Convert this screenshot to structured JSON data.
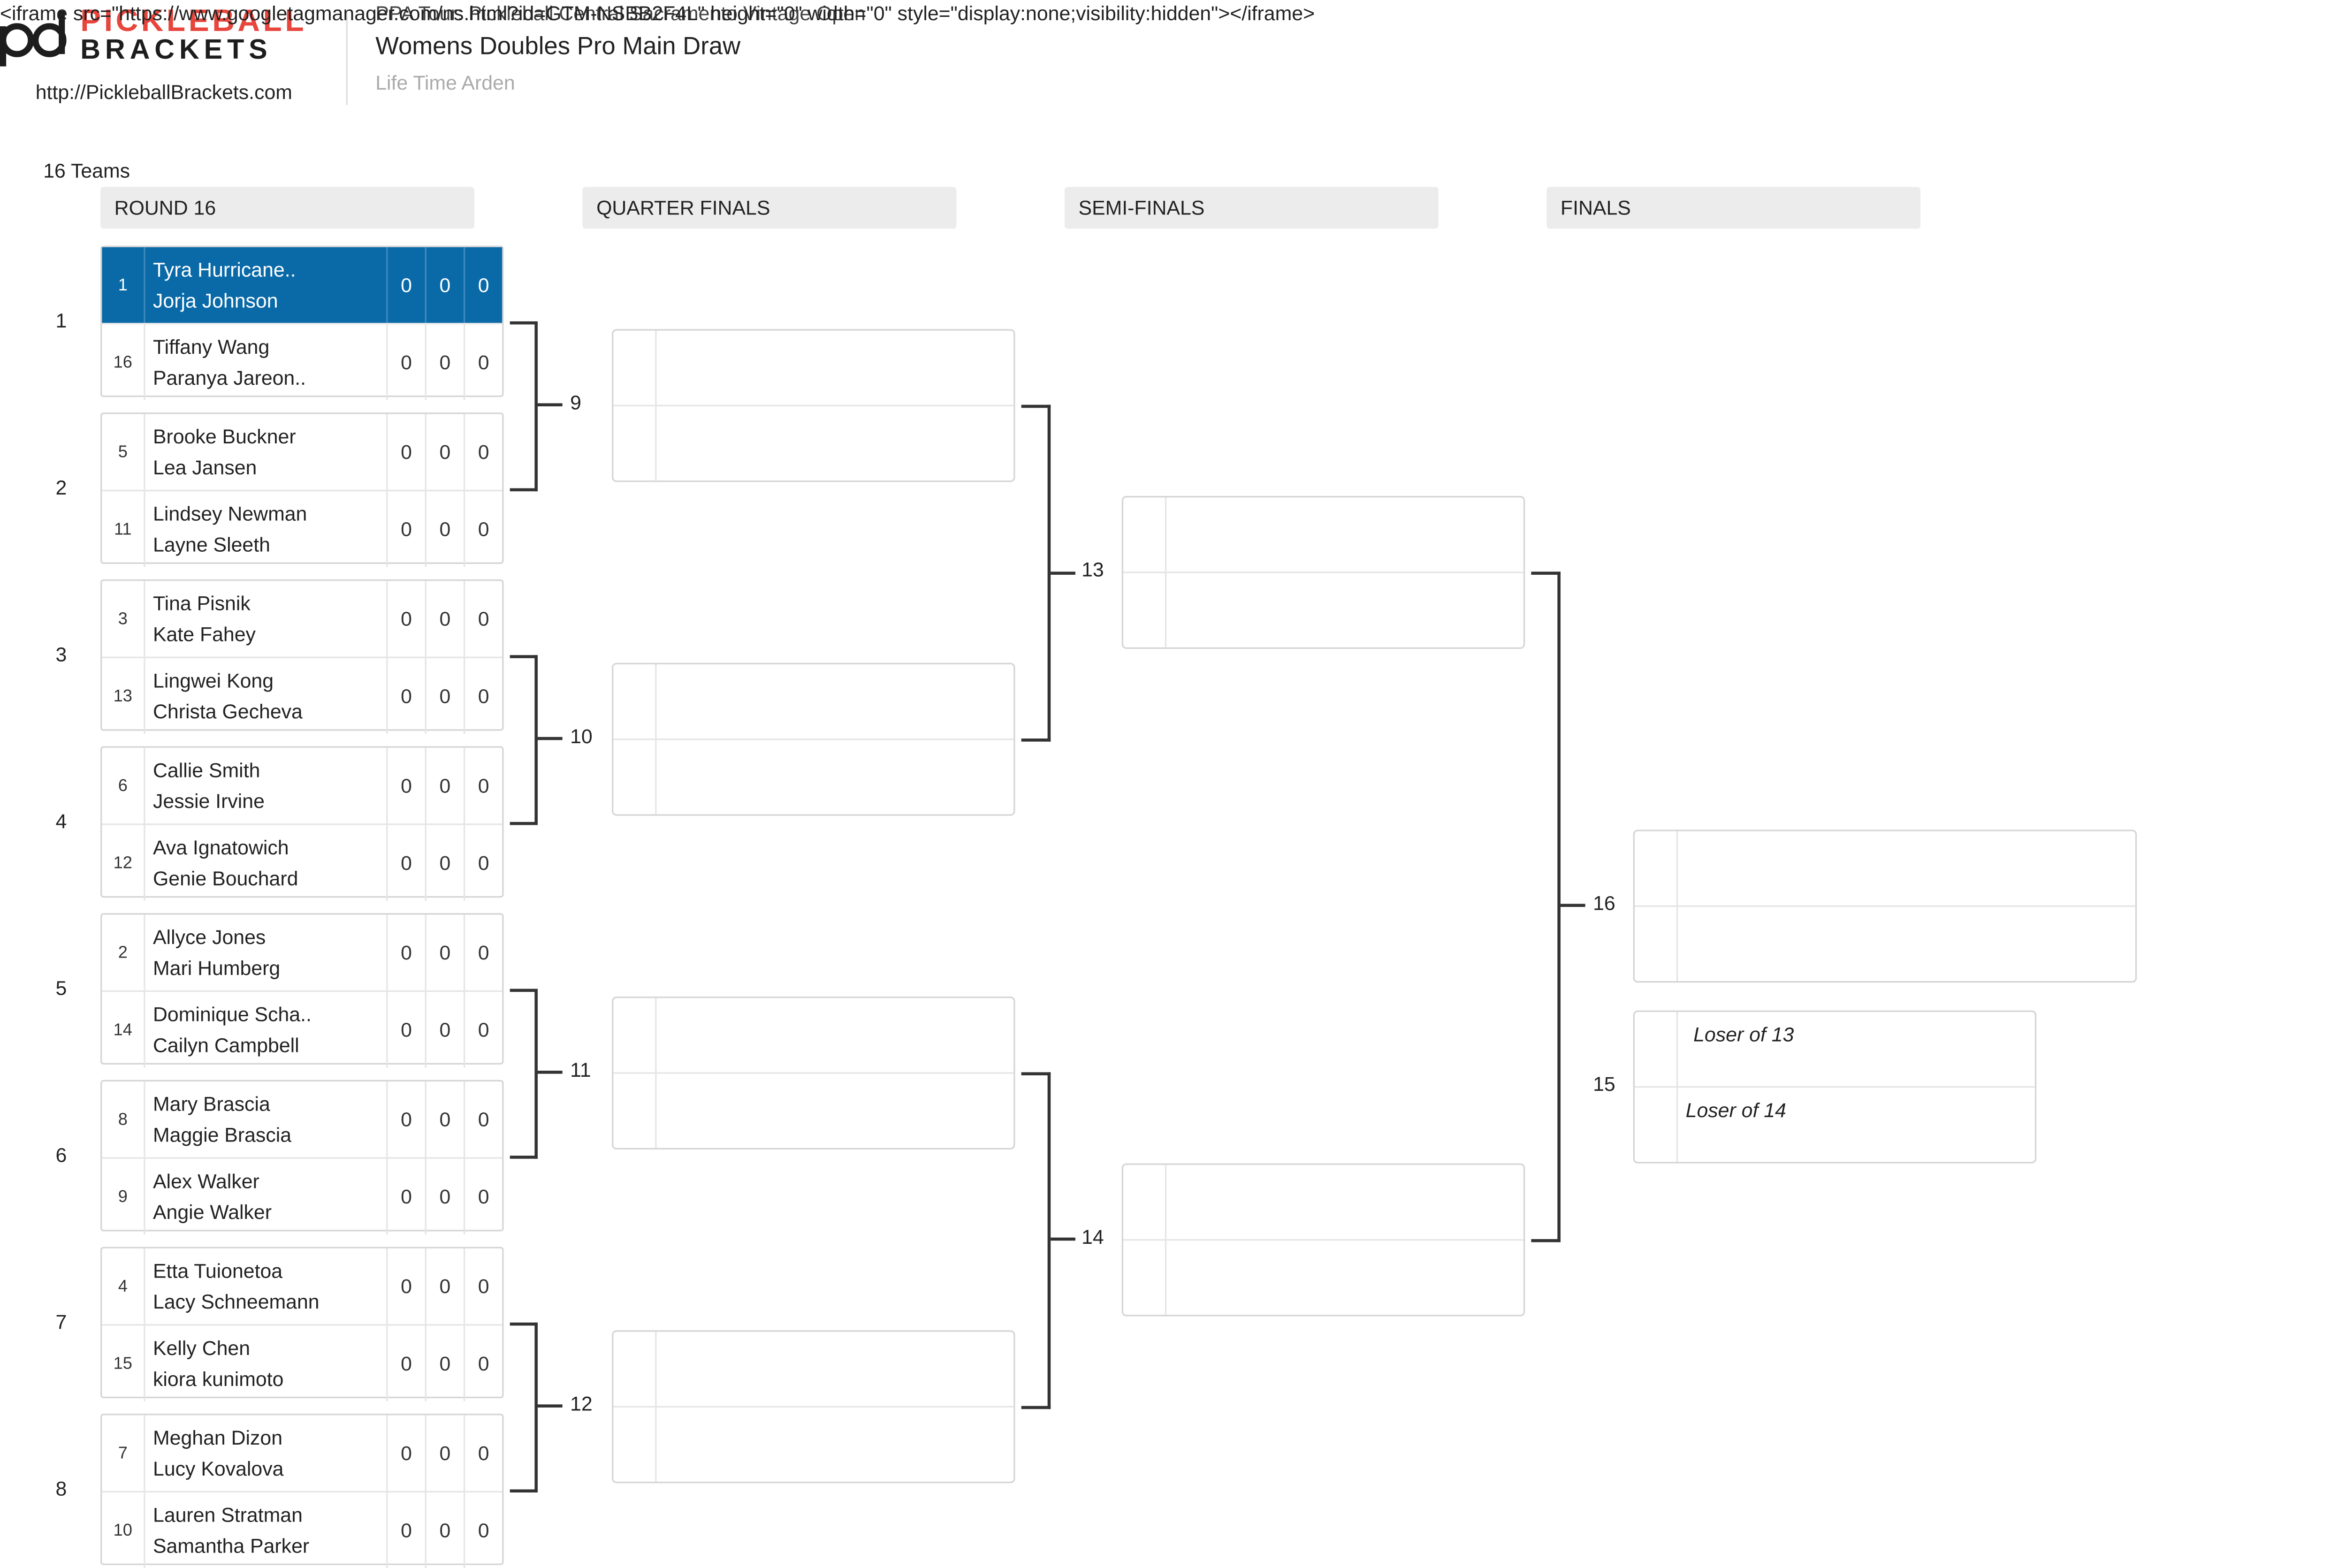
{
  "iframe_text": "<iframe src=\"https://www.googletagmanager.com/ns.html?id=GTM-NSBB2F4L\" height=\"0\" width=\"0\" style=\"display:none;visibility:hidden\"></iframe>",
  "header_overlay": "PPA Tour: Pickleball Central Sacramento Vintage Open",
  "logo": {
    "word1": "PICKLEBALL",
    "word2": "BRACKETS",
    "url": "http://PickleballBrackets.com"
  },
  "tournament": {
    "title": "Womens Doubles Pro Main Draw",
    "location": "Life Time Arden"
  },
  "team_count": "16 Teams",
  "rounds": [
    "ROUND 16",
    "QUARTER FINALS",
    "SEMI-FINALS",
    "FINALS"
  ],
  "match_numbers": [
    "1",
    "2",
    "3",
    "4",
    "5",
    "6",
    "7",
    "8"
  ],
  "round16": [
    {
      "seed": "1",
      "p1": "Tyra Hurricane..",
      "p2": "Jorja Johnson",
      "scores": [
        "0",
        "0",
        "0"
      ]
    },
    {
      "seed": "16",
      "p1": "Tiffany Wang",
      "p2": "Paranya Jareon..",
      "scores": [
        "0",
        "0",
        "0"
      ]
    },
    {
      "seed": "5",
      "p1": "Brooke Buckner",
      "p2": "Lea Jansen",
      "scores": [
        "0",
        "0",
        "0"
      ]
    },
    {
      "seed": "11",
      "p1": "Lindsey Newman",
      "p2": "Layne Sleeth",
      "scores": [
        "0",
        "0",
        "0"
      ]
    },
    {
      "seed": "3",
      "p1": "Tina Pisnik",
      "p2": "Kate Fahey",
      "scores": [
        "0",
        "0",
        "0"
      ]
    },
    {
      "seed": "13",
      "p1": "Lingwei Kong",
      "p2": "Christa Gecheva",
      "scores": [
        "0",
        "0",
        "0"
      ]
    },
    {
      "seed": "6",
      "p1": "Callie Smith",
      "p2": "Jessie Irvine",
      "scores": [
        "0",
        "0",
        "0"
      ]
    },
    {
      "seed": "12",
      "p1": "Ava Ignatowich",
      "p2": "Genie Bouchard",
      "scores": [
        "0",
        "0",
        "0"
      ]
    },
    {
      "seed": "2",
      "p1": "Allyce Jones",
      "p2": "Mari Humberg",
      "scores": [
        "0",
        "0",
        "0"
      ]
    },
    {
      "seed": "14",
      "p1": "Dominique Scha..",
      "p2": "Cailyn Campbell",
      "scores": [
        "0",
        "0",
        "0"
      ]
    },
    {
      "seed": "8",
      "p1": "Mary Brascia",
      "p2": "Maggie Brascia",
      "scores": [
        "0",
        "0",
        "0"
      ]
    },
    {
      "seed": "9",
      "p1": "Alex Walker",
      "p2": "Angie Walker",
      "scores": [
        "0",
        "0",
        "0"
      ]
    },
    {
      "seed": "4",
      "p1": "Etta Tuionetoa",
      "p2": "Lacy Schneemann",
      "scores": [
        "0",
        "0",
        "0"
      ]
    },
    {
      "seed": "15",
      "p1": "Kelly Chen",
      "p2": "kiora kunimoto",
      "scores": [
        "0",
        "0",
        "0"
      ]
    },
    {
      "seed": "7",
      "p1": "Meghan Dizon",
      "p2": "Lucy Kovalova",
      "scores": [
        "0",
        "0",
        "0"
      ]
    },
    {
      "seed": "10",
      "p1": "Lauren Stratman",
      "p2": "Samantha Parker",
      "scores": [
        "0",
        "0",
        "0"
      ]
    }
  ],
  "connector_labels": {
    "qf": [
      "9",
      "10",
      "11",
      "12"
    ],
    "sf": [
      "13",
      "14"
    ],
    "final": "16",
    "third_place": "15"
  },
  "third_place": {
    "top": "Loser of 13",
    "bottom": "Loser of 14"
  },
  "colors": {
    "highlight": "#0a6aa8",
    "logo_red": "#e8453c",
    "header_bg": "#ececec"
  }
}
